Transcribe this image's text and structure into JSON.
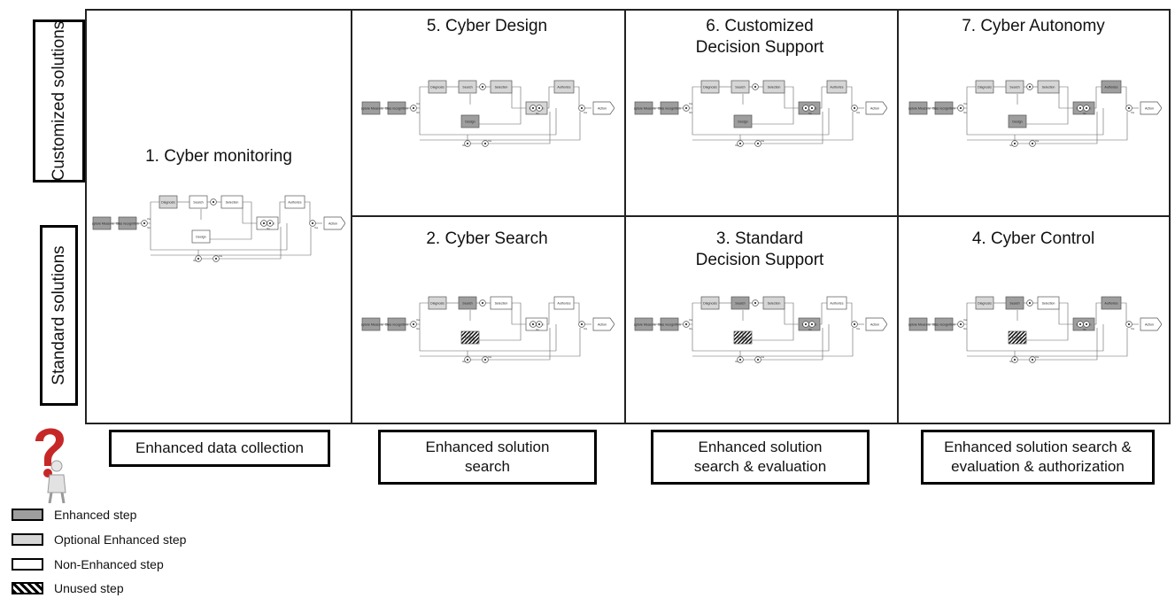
{
  "row_labels": [
    "Customized solutions",
    "Standard solutions"
  ],
  "cells": [
    {
      "title": "1. Cyber monitoring",
      "variant": "monitoring"
    },
    {
      "title": "5. Cyber Design",
      "variant": "design"
    },
    {
      "title": "6. Customized\nDecision Support",
      "variant": "custdec"
    },
    {
      "title": "7. Cyber Autonomy",
      "variant": "autonomy"
    },
    {
      "title": "2. Cyber Search",
      "variant": "search"
    },
    {
      "title": "3. Standard\nDecision Support",
      "variant": "stddec"
    },
    {
      "title": "4. Cyber Control",
      "variant": "control"
    }
  ],
  "bottom_labels": [
    "Enhanced data collection",
    "Enhanced solution\nsearch",
    "Enhanced solution\nsearch & evaluation",
    "Enhanced solution search &\nevaluation & authorization"
  ],
  "legend": [
    {
      "label": "Enhanced step",
      "fill": "#9e9e9e"
    },
    {
      "label": "Optional Enhanced step",
      "fill": "#d6d6d6"
    },
    {
      "label": "Non-Enhanced step",
      "fill": "#ffffff"
    },
    {
      "label": "Unused step",
      "fill": "hatch"
    }
  ],
  "flow_steps": {
    "capture": "Capture Measure",
    "bias": "Bias recognition",
    "diagnosis": "Diagnosis",
    "search": "Search",
    "selection": "Selection",
    "design": "Design",
    "evaluation": "Evaluation",
    "authorize": "Authorize",
    "action": "Action",
    "yes": "Yes",
    "no": "No"
  },
  "colors": {
    "enhanced": "#9e9e9e",
    "optional": "#d6d6d6",
    "plain": "#ffffff",
    "line": "#222222",
    "question": "#c62828"
  }
}
